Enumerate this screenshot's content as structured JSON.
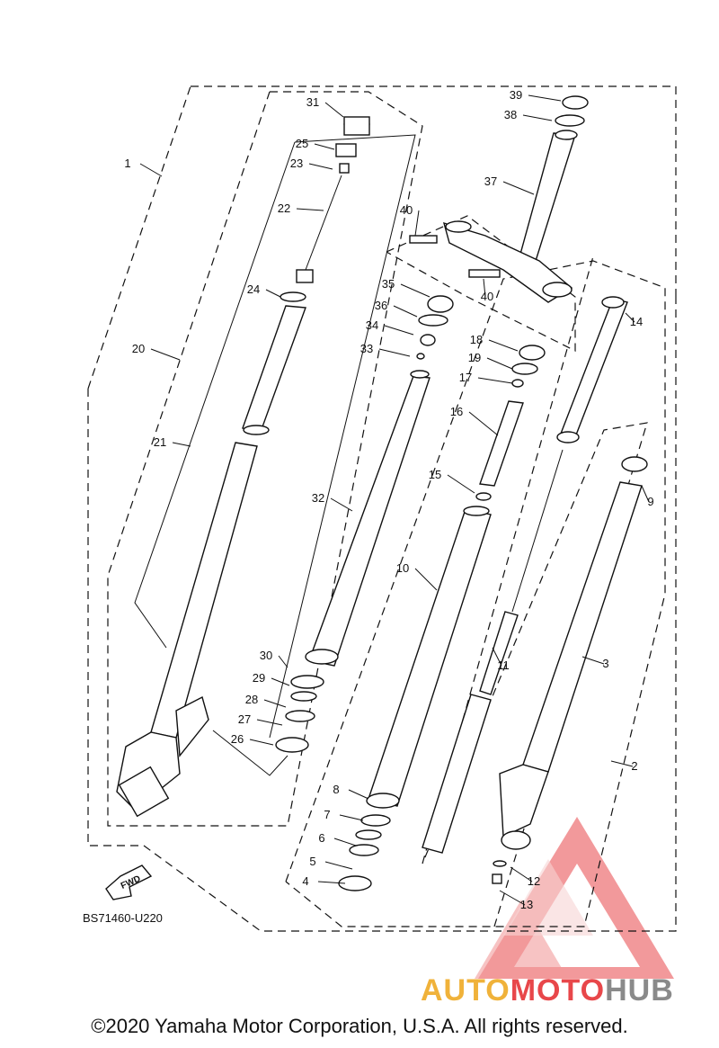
{
  "diagram": {
    "code": "BS71460-U220",
    "fwd_label": "FWD",
    "callouts": [
      "1",
      "2",
      "3",
      "4",
      "5",
      "6",
      "7",
      "8",
      "9",
      "10",
      "11",
      "12",
      "13",
      "14",
      "15",
      "16",
      "17",
      "18",
      "19",
      "20",
      "21",
      "22",
      "23",
      "24",
      "25",
      "26",
      "27",
      "28",
      "29",
      "30",
      "31",
      "32",
      "33",
      "34",
      "35",
      "36",
      "37",
      "38",
      "39",
      "40",
      "40"
    ]
  },
  "watermark": {
    "part1": "AUTO",
    "part2": "MOTO",
    "part3": "HUB",
    "color1": "#f0b23a",
    "color2": "#e8474a",
    "color3": "#8a8a8a"
  },
  "footer": {
    "copyright": "©2020 Yamaha Motor Corporation, U.S.A. All rights reserved."
  }
}
